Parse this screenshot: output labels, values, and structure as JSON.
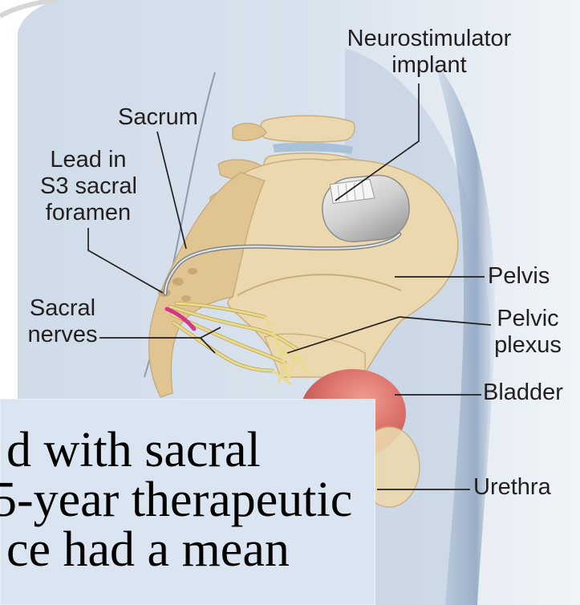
{
  "labels": {
    "neurostimulator_implant": {
      "line1": "Neurostimulator",
      "line2": "implant"
    },
    "sacrum": "Sacrum",
    "lead_in_s3": {
      "line1": "Lead in",
      "line2": "S3 sacral",
      "line3": "foramen"
    },
    "pelvis": "Pelvis",
    "sacral_nerves": {
      "line1": "Sacral",
      "line2": "nerves"
    },
    "pelvic_plexus": {
      "line1": "Pelvic",
      "line2": "plexus"
    },
    "bladder": "Bladder",
    "urethra": "Urethra"
  },
  "text_box": {
    "lines": [
      "d with sacral",
      "5-year therapeutic",
      "ce had a mean"
    ]
  },
  "colors": {
    "bone": "#ecd8ae",
    "bladder": "#d86c66",
    "nerve": "#eadb8c",
    "pink_nerve": "#d6338c",
    "text_box": "#dbe5f1",
    "label_text": "#231f20"
  }
}
